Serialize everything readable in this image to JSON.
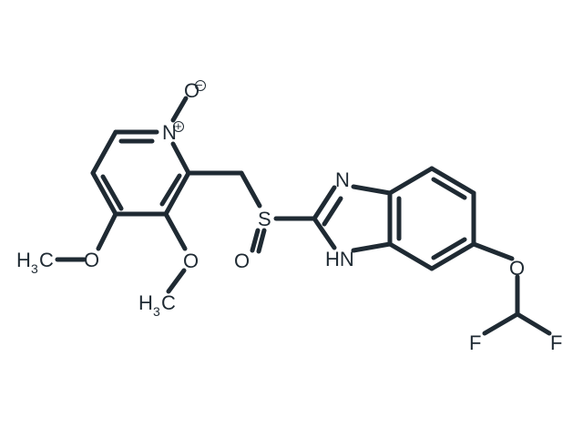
{
  "molecule": {
    "labels": {
      "n_oxide": "N",
      "n_oxide_charge": "+",
      "oxide_o": "O",
      "oxide_charge": "−",
      "sulfur": "S",
      "sulfinyl_o": "O",
      "imidazole_n": "N",
      "imidazole_nh": "HN",
      "methoxy4_o": "O",
      "methoxy3_o": "O",
      "methyl4_h": "H",
      "methyl4_sub": "3",
      "methyl4_c": "C",
      "methyl3_h": "H",
      "methyl3_sub": "3",
      "methyl3_c": "C",
      "ether_o": "O",
      "fluoro1": "F",
      "fluoro2": "F"
    }
  }
}
